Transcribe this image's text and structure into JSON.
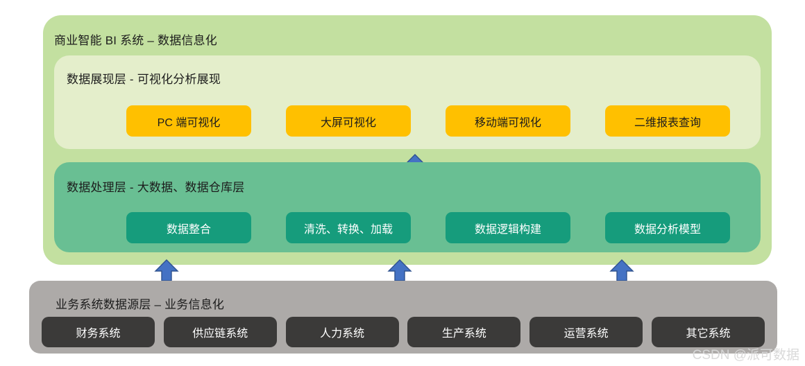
{
  "diagram": {
    "bi_panel": {
      "title": "商业智能 BI 系统 – 数据信息化",
      "color": "#c3e0a0",
      "presentation_layer": {
        "title": "数据展现层 - 可视化分析展现",
        "color": "#e4eecb",
        "items": [
          {
            "label": "PC 端可视化"
          },
          {
            "label": "大屏可视化"
          },
          {
            "label": "移动端可视化"
          },
          {
            "label": "二维报表查询"
          }
        ],
        "item_color": "#ffc000"
      },
      "processing_layer": {
        "title": "数据处理层 - 大数据、数据仓库层",
        "color": "#69bf93",
        "items": [
          {
            "label": "数据整合"
          },
          {
            "label": "清洗、转换、加载"
          },
          {
            "label": "数据逻辑构建"
          },
          {
            "label": "数据分析模型"
          }
        ],
        "item_color": "#169c7c"
      }
    },
    "source_panel": {
      "title": "业务系统数据源层 – 业务信息化",
      "color": "#adaaa8",
      "items": [
        {
          "label": "财务系统"
        },
        {
          "label": "供应链系统"
        },
        {
          "label": "人力系统"
        },
        {
          "label": "生产系统"
        },
        {
          "label": "运营系统"
        },
        {
          "label": "其它系统"
        }
      ],
      "item_color": "#3b3a39"
    },
    "arrows": {
      "fill": "#4472c4",
      "stroke": "#2f528f",
      "direction": "up",
      "count_mid": 1,
      "count_bottom": 3
    },
    "watermark": "CSDN @派可数据"
  }
}
